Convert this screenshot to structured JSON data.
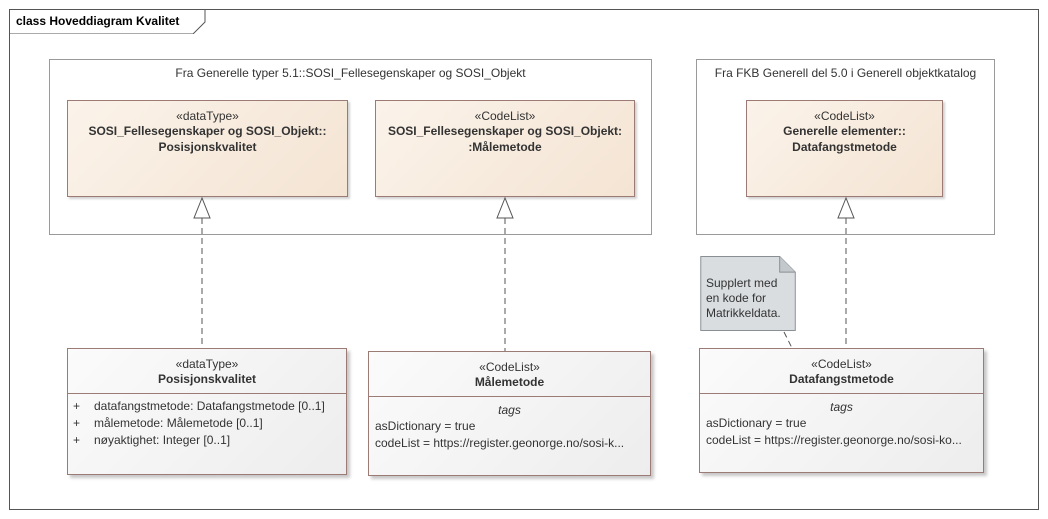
{
  "frame": {
    "title": "class Hoveddiagram Kvalitet"
  },
  "packages": [
    {
      "label": "Fra Generelle typer 5.1::SOSI_Fellesegenskaper og SOSI_Objekt"
    },
    {
      "label": "Fra FKB Generell del 5.0 i Generell objektkatalog"
    }
  ],
  "parent_classes": [
    {
      "stereotype": "«dataType»",
      "name_line1": "SOSI_Fellesegenskaper og SOSI_Objekt::",
      "name_line2": "Posisjonskvalitet"
    },
    {
      "stereotype": "«CodeList»",
      "name_line1": "SOSI_Fellesegenskaper og SOSI_Objekt:",
      "name_line2": ":Målemetode"
    },
    {
      "stereotype": "«CodeList»",
      "name_line1": "Generelle elementer::",
      "name_line2": "Datafangstmetode"
    }
  ],
  "classes": [
    {
      "stereotype": "«dataType»",
      "name": "Posisjonskvalitet",
      "attributes": [
        {
          "visibility": "+",
          "text": "datafangstmetode: Datafangstmetode [0..1]"
        },
        {
          "visibility": "+",
          "text": "målemetode: Målemetode [0..1]"
        },
        {
          "visibility": "+",
          "text": "nøyaktighet: Integer [0..1]"
        }
      ]
    },
    {
      "stereotype": "«CodeList»",
      "name": "Målemetode",
      "tags_header": "tags",
      "tags": [
        "asDictionary = true",
        "codeList = https://register.geonorge.no/sosi-k..."
      ]
    },
    {
      "stereotype": "«CodeList»",
      "name": "Datafangstmetode",
      "tags_header": "tags",
      "tags": [
        "asDictionary = true",
        "codeList = https://register.geonorge.no/sosi-ko..."
      ]
    }
  ],
  "note": {
    "lines": [
      "Supplert med",
      "en kode for",
      "Matrikkeldata."
    ]
  },
  "colors": {
    "class_fill_tan": "#f4e4d3",
    "class_fill_grey": "#ededed",
    "class_border": "#9c7a76",
    "note_fill": "#d9dde0",
    "connector": "#555555"
  }
}
